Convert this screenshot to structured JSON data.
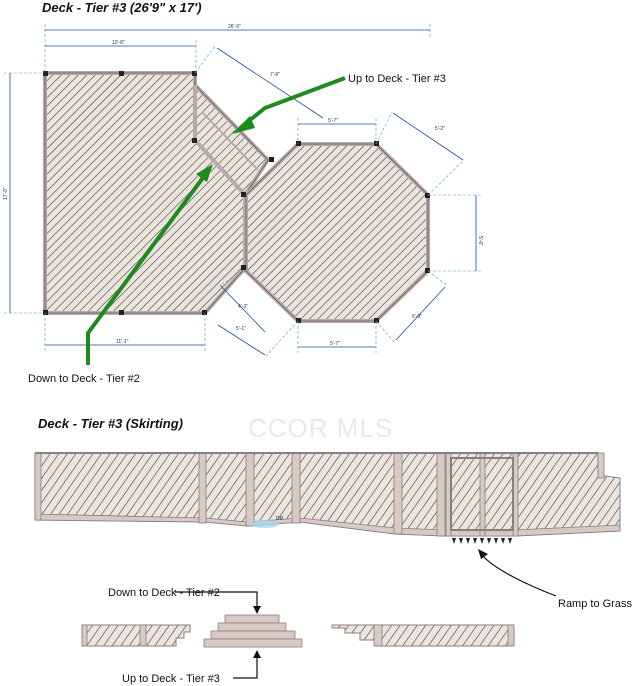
{
  "top_section": {
    "title": "Deck - Tier #3 (26'9\" x 17')",
    "dimensions": {
      "overall_width": "26'-9\"",
      "left_width": "10'-8\"",
      "height": "17'-0\"",
      "diag_top": "7'-9\"",
      "oct_top": "5'-7\"",
      "oct_right_top": "5'-2\"",
      "oct_right": "5'-6\"",
      "oct_bottom_right": "5'-0\"",
      "oct_bottom": "5'-7\"",
      "diag_lower_a": "4'-3\"",
      "diag_lower_b": "5'-1\"",
      "bottom_left": "11'-1\""
    },
    "labels": {
      "up": "Up to Deck - Tier #3",
      "down": "Down to Deck - Tier #2"
    }
  },
  "watermark": "CCOR MLS",
  "skirting_section": {
    "title": "Deck - Tier #3 (Skirting)",
    "small_label": "DR",
    "ramp_label": "Ramp to Grass",
    "stairs_down": "Down to Deck - Tier #2",
    "stairs_up": "Up to Deck - Tier #3"
  },
  "colors": {
    "frame": "#b9aaa6",
    "hatch": "#4a4a4a",
    "arrow_green": "#1f8a1f",
    "dimension_blue": "#1b4fa0"
  }
}
